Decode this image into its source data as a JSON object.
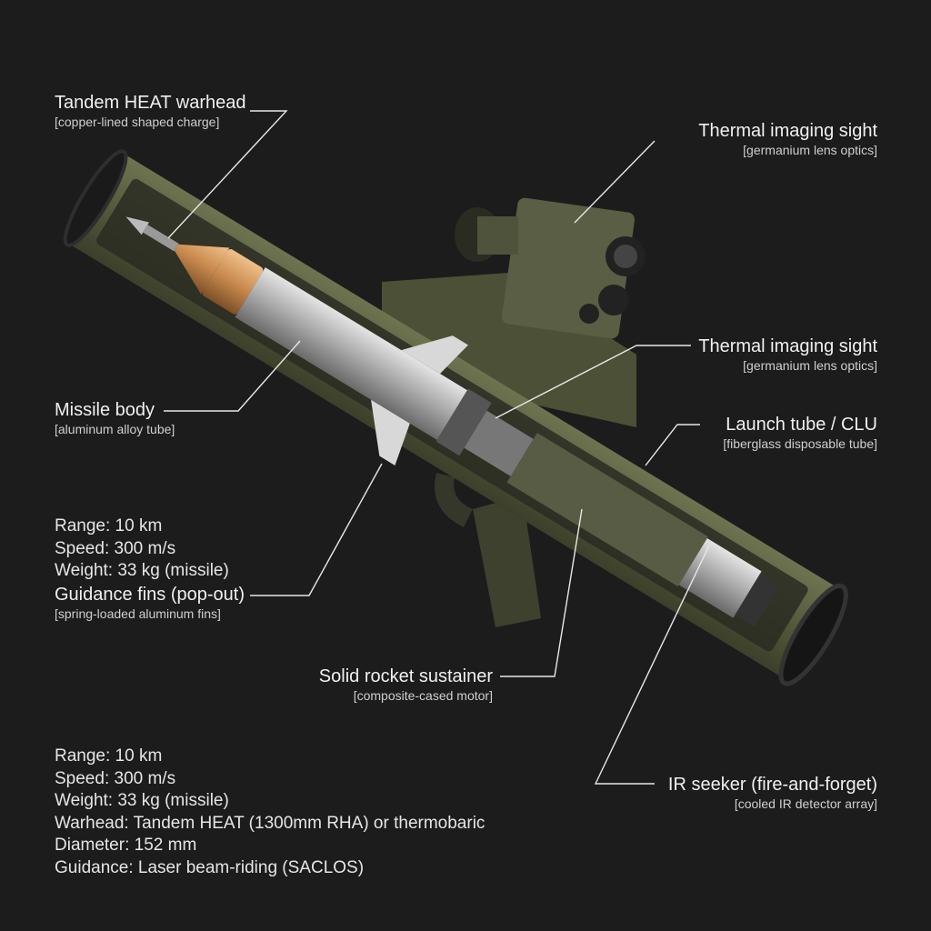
{
  "labels": {
    "warhead": {
      "title": "Tandem HEAT warhead",
      "sub": "[copper-lined shaped charge]"
    },
    "sight_top": {
      "title": "Thermal imaging sight",
      "sub": "[germanium lens optics]"
    },
    "sight_mid": {
      "title": "Thermal imaging sight",
      "sub": "[germanium lens optics]"
    },
    "launch_tube": {
      "title": "Launch tube / CLU",
      "sub": "[fiberglass disposable tube]"
    },
    "missile_body": {
      "title": "Missile body",
      "sub": "[aluminum alloy tube]"
    },
    "fins": {
      "title": "Guidance fins (pop-out)",
      "sub": "[spring-loaded aluminum fins]"
    },
    "rocket": {
      "title": "Solid rocket sustainer",
      "sub": "[composite-cased motor]"
    },
    "seeker": {
      "title": "IR seeker (fire-and-forget)",
      "sub": "[cooled IR detector array]"
    }
  },
  "mid_specs": [
    "Range: 10 km",
    "Speed: 300 m/s",
    "Weight: 33 kg (missile)"
  ],
  "bottom_specs": [
    "Range: 10 km",
    "Speed: 300 m/s",
    "Weight: 33 kg (missile)",
    "Warhead: Tandem HEAT (1300mm RHA) or thermobaric",
    "Diameter: 152 mm",
    "Guidance: Laser beam-riding (SACLOS)"
  ],
  "colors": {
    "background": "#1c1c1c",
    "tube": "#5b5f40",
    "copper": "#c98a4e",
    "metal": "#b8b8b8"
  }
}
